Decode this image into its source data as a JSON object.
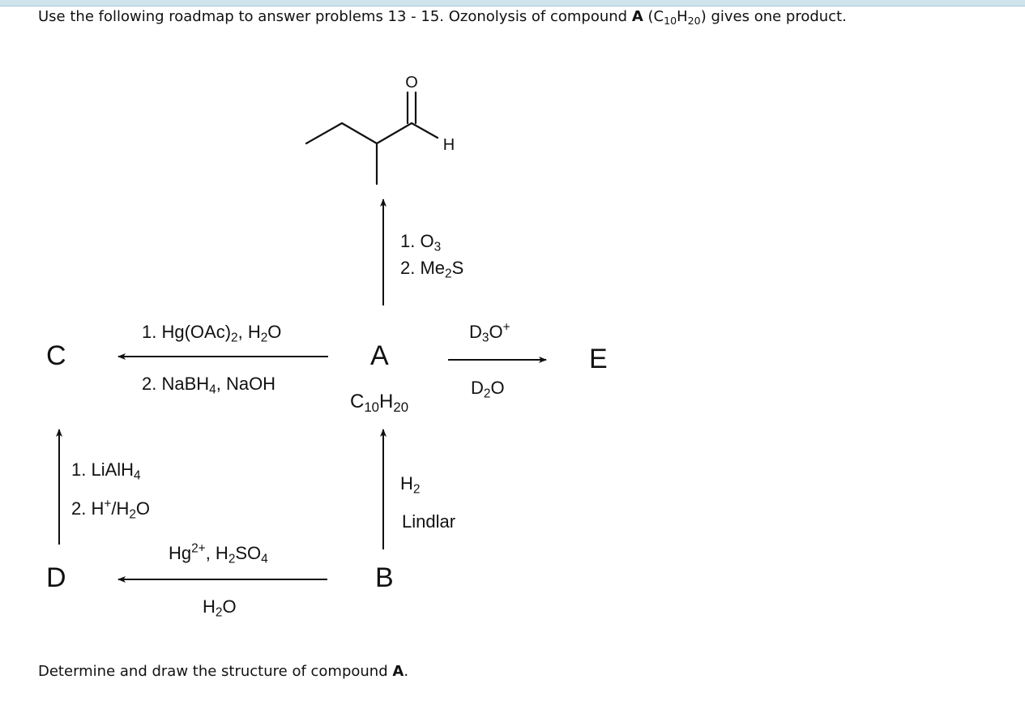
{
  "intro": {
    "text_before": "Use the following roadmap to answer problems 13 - 15.  Ozonolysis of compound ",
    "compound": "A",
    "formula_open": " (C",
    "c_count": "10",
    "h_letter": "H",
    "h_count": "20",
    "text_after": ") gives one product."
  },
  "product": {
    "o_atom": "O",
    "h_atom": "H"
  },
  "compounds": {
    "a": "A",
    "b": "B",
    "c": "C",
    "d": "D",
    "e": "E"
  },
  "formula_a": {
    "c": "C",
    "c_n": "10",
    "h": "H",
    "h_n": "20"
  },
  "reagents": {
    "ozonolysis": {
      "l1a": "1. O",
      "l1n": "3",
      "l2a": "2. Me",
      "l2n": "2",
      "l2b": "S"
    },
    "oxymercuration": {
      "l1a": "1. Hg(OAc)",
      "l1n": "2",
      "l1b": ", H",
      "l1n2": "2",
      "l1c": "O",
      "l2a": "2. NaBH",
      "l2n": "4",
      "l2b": ", NaOH"
    },
    "deuteration": {
      "top_a": "D",
      "top_n": "3",
      "top_b": "O",
      "top_sup": "+",
      "bot_a": "D",
      "bot_n": "2",
      "bot_b": "O"
    },
    "lindlar": {
      "h": "H",
      "h_n": "2",
      "cat": "Lindlar"
    },
    "hydration": {
      "top_a": "Hg",
      "top_sup": "2+",
      "top_b": ", H",
      "top_n": "2",
      "top_c": "SO",
      "top_n2": "4",
      "bot_a": "H",
      "bot_n": "2",
      "bot_b": "O"
    },
    "reduction": {
      "l1a": "1. LiAlH",
      "l1n": "4",
      "l2a": "2. H",
      "l2sup": "+",
      "l2b": "/H",
      "l2n": "2",
      "l2c": "O"
    }
  },
  "question": {
    "text": "Determine and draw the structure of compound ",
    "compound": "A",
    "end": "."
  }
}
